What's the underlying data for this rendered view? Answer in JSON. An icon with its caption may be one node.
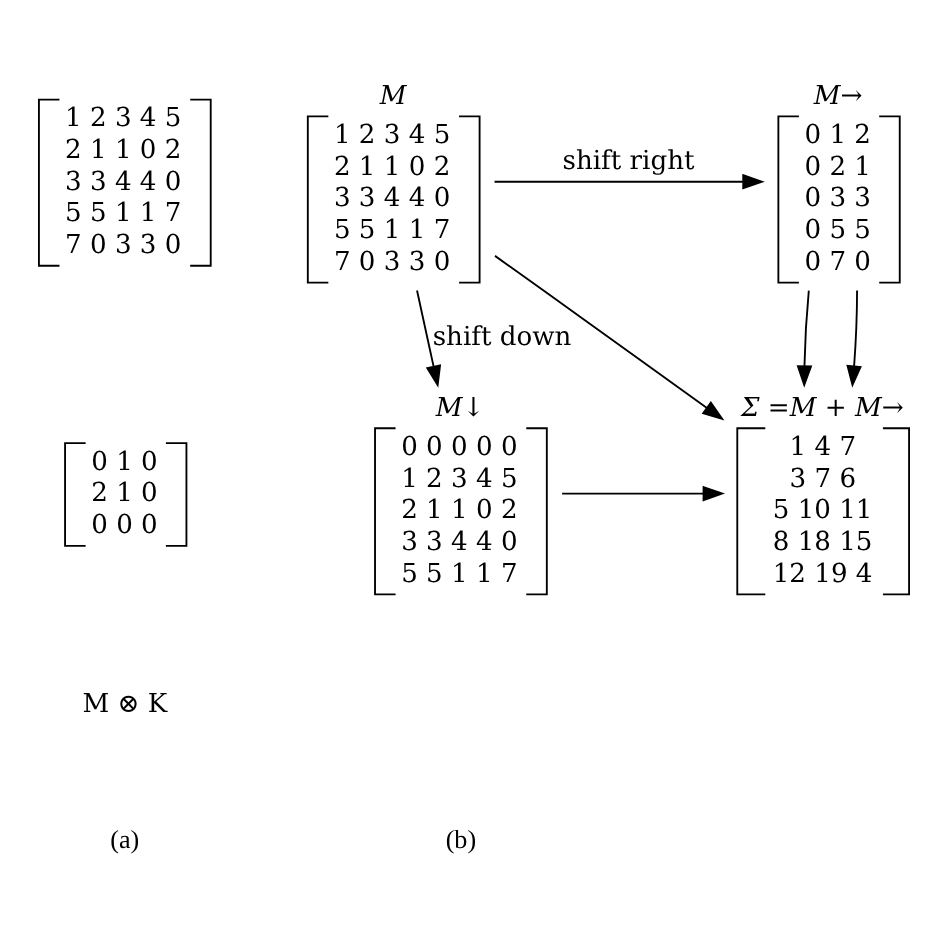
{
  "diagram": {
    "nodes": [
      {
        "text": [
          "1 2 3 4 5",
          "2 1 1 0 2",
          "3 3 4 4 0",
          "5 5 1 1 7",
          "7 0 3 3 0"
        ]
      },
      {
        "text": [
          "0 1 0",
          "2 1 0",
          "0 0 0"
        ]
      },
      {
        "text": [
          "M",
          "1 2 3 4 5",
          "2 1 1 0 2",
          "3 3 4 4 0",
          "5 5 1 1 7",
          "7 0 3 3 0"
        ]
      },
      {
        "text": [
          "M→",
          "0 1 2",
          "0 2 1",
          "0 3 3",
          "0 5 5",
          "0 7 0"
        ]
      },
      {
        "text": [
          "M↓",
          "0 0 0 0 0",
          "1 2 3 4 5",
          "2 1 1 0 2",
          "3 3 4 4 0",
          "5 5 1 1 7"
        ]
      },
      {
        "text": [
          "Σ =M + M→",
          "1 4 7",
          "3 7 6",
          "5 10 11",
          "8 18 15",
          "12 19 4"
        ]
      }
    ],
    "edges": [
      {
        "from": 2,
        "to": 3,
        "arrow": "to",
        "label": "shift right"
      },
      {
        "from": 2,
        "to": 4,
        "arrow": "to",
        "label": "shift down"
      },
      {
        "from": 2,
        "to": 5,
        "arrow": "to"
      },
      {
        "from": 3,
        "to": 5,
        "arrow": "to"
      },
      {
        "from": 3,
        "to": 5,
        "arrow": "to"
      },
      {
        "from": 4,
        "to": 5,
        "arrow": "to"
      }
    ],
    "labels": [
      "M ⊗ K",
      "(a)",
      "(b)"
    ]
  }
}
